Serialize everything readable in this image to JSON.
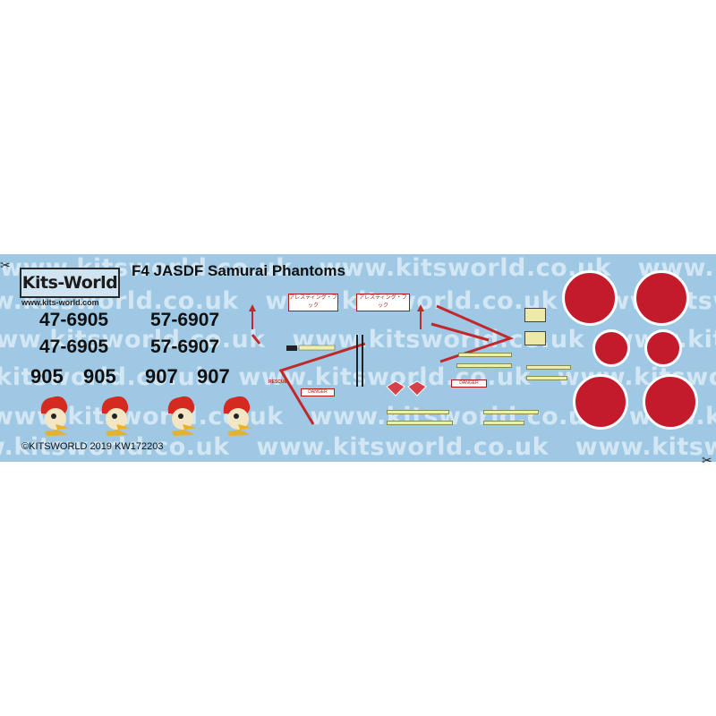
{
  "sheet": {
    "title": "F4 JASDF Samurai Phantoms",
    "logo": {
      "name": "Kits-World",
      "url": "www.kits-world.com"
    },
    "watermark": "www.kitsworld.co.uk",
    "registrations": {
      "row1": [
        "47-6905",
        "57-6907"
      ],
      "row2": [
        "47-6905",
        "57-6907"
      ],
      "row3": [
        "905",
        "905",
        "907",
        "907"
      ]
    },
    "copyright": "©KITSWORLD 2019 KW172203",
    "markings": {
      "danger_label": "DANGER",
      "panel_label_1": "アレスティング・フック",
      "panel_label_2": "アレスティング・フック",
      "warning_label": "DANGER",
      "escape_label": "RESCUE"
    },
    "colors": {
      "background": "#9ec8e4",
      "hinomaru_red": "#c41b2c",
      "stencil_yellow": "#eef0a8"
    },
    "icons": [
      "scissors-icon",
      "woodpecker-mascot-icon"
    ]
  }
}
